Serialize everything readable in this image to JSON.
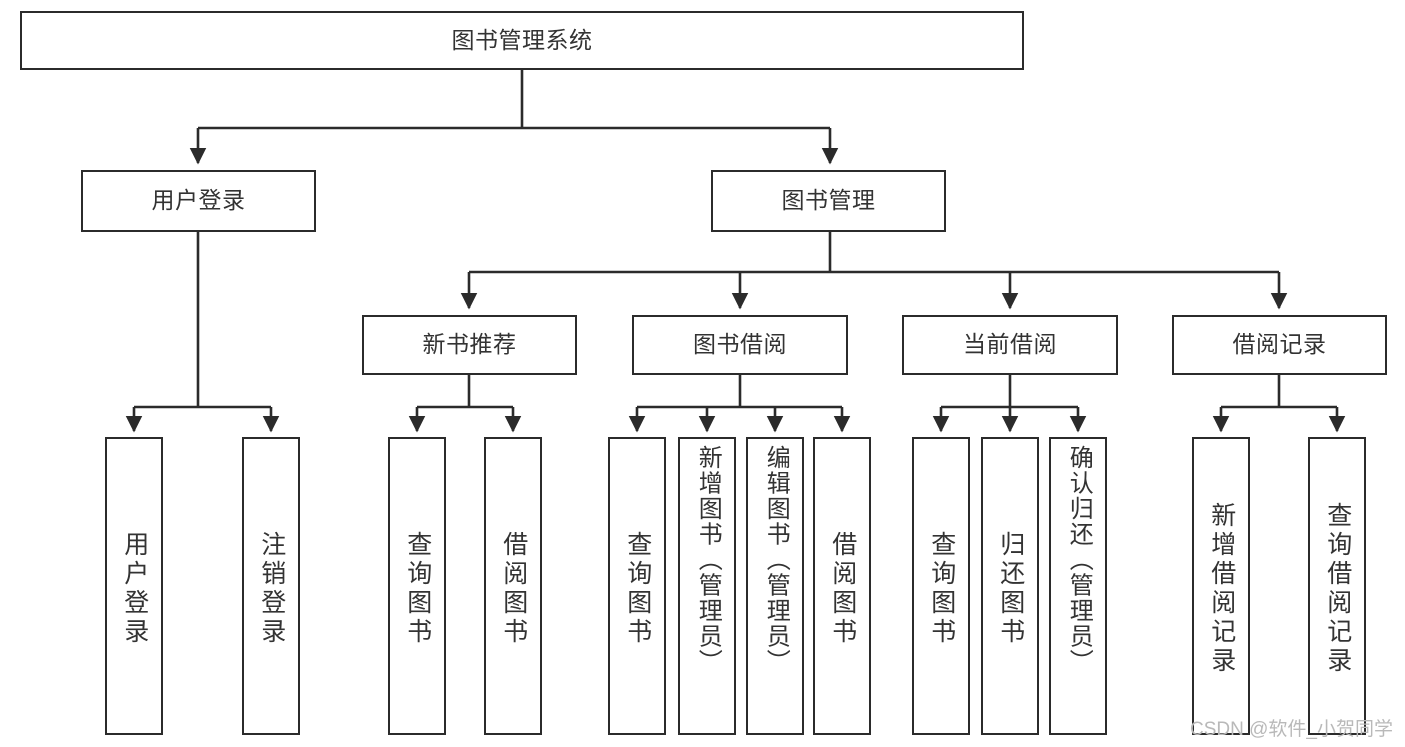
{
  "diagram": {
    "title": "图书管理系统",
    "type": "functional-structure-tree",
    "colors": {
      "box_border": "#2b2b2b",
      "box_fill": "#ffffff",
      "text": "#333333",
      "connector": "#2b2b2b",
      "background": "#ffffff",
      "watermark": "#b9b9b9"
    },
    "root": {
      "id": "root",
      "label": "图书管理系统"
    },
    "level2": [
      {
        "id": "user-login",
        "label": "用户登录"
      },
      {
        "id": "book-management",
        "label": "图书管理"
      }
    ],
    "level3": [
      {
        "id": "new-book-recommend",
        "label": "新书推荐",
        "parent": "book-management"
      },
      {
        "id": "book-borrow",
        "label": "图书借阅",
        "parent": "book-management"
      },
      {
        "id": "current-borrow",
        "label": "当前借阅",
        "parent": "book-management"
      },
      {
        "id": "borrow-record",
        "label": "借阅记录",
        "parent": "book-management"
      }
    ],
    "leaves": {
      "user-login": [
        {
          "id": "leaf-user-login",
          "label": "用户登录"
        },
        {
          "id": "leaf-user-logout",
          "label": "注销登录"
        }
      ],
      "new-book-recommend": [
        {
          "id": "leaf-query-book-1",
          "label": "查询图书"
        },
        {
          "id": "leaf-borrow-book-1",
          "label": "借阅图书"
        }
      ],
      "book-borrow": [
        {
          "id": "leaf-query-book-2",
          "label": "查询图书"
        },
        {
          "id": "leaf-add-book",
          "label": "新增图书（管理员）"
        },
        {
          "id": "leaf-edit-book",
          "label": "编辑图书（管理员）"
        },
        {
          "id": "leaf-borrow-book-2",
          "label": "借阅图书"
        }
      ],
      "current-borrow": [
        {
          "id": "leaf-query-book-3",
          "label": "查询图书"
        },
        {
          "id": "leaf-return-book",
          "label": "归还图书"
        },
        {
          "id": "leaf-confirm-return",
          "label": "确认归还（管理员）"
        }
      ],
      "borrow-record": [
        {
          "id": "leaf-add-record",
          "label": "新增借阅记录"
        },
        {
          "id": "leaf-query-record",
          "label": "查询借阅记录"
        }
      ]
    }
  },
  "watermark": {
    "text": "CSDN @软件_小贺同学"
  }
}
